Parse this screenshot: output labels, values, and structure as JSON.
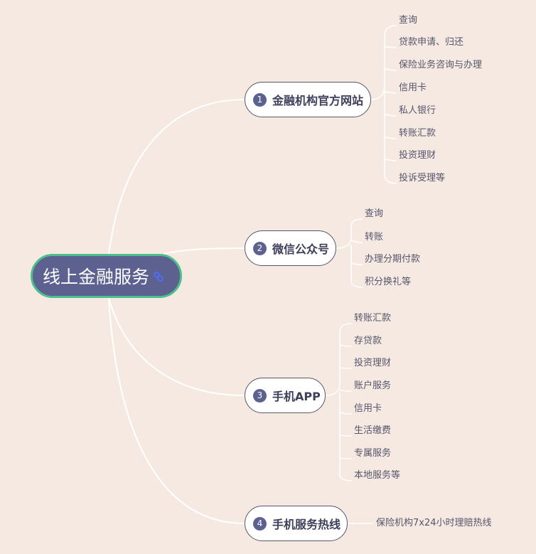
{
  "root": {
    "label": "线上金融服务",
    "icon": "link-icon"
  },
  "branches": [
    {
      "number": "1",
      "label": "金融机构官方网站",
      "children": [
        "查询",
        "贷款申请、归还",
        "保险业务咨询与办理",
        "信用卡",
        "私人银行",
        "转账汇款",
        "投资理财",
        "投诉受理等"
      ]
    },
    {
      "number": "2",
      "label": "微信公众号",
      "children": [
        "查询",
        "转账",
        "办理分期付款",
        "积分换礼等"
      ]
    },
    {
      "number": "3",
      "label": "手机APP",
      "children": [
        "转账汇款",
        "存贷款",
        "投资理财",
        "账户服务",
        "信用卡",
        "生活缴费",
        "专属服务",
        "本地服务等"
      ]
    },
    {
      "number": "4",
      "label": "手机服务热线",
      "children": [
        "保险机构7x24小时理赔热线"
      ]
    }
  ],
  "colors": {
    "background": "#f5e9e1",
    "root_fill": "#5c6190",
    "root_border": "#4dbf8f",
    "badge": "#5c6190",
    "line": "#ffffff"
  }
}
